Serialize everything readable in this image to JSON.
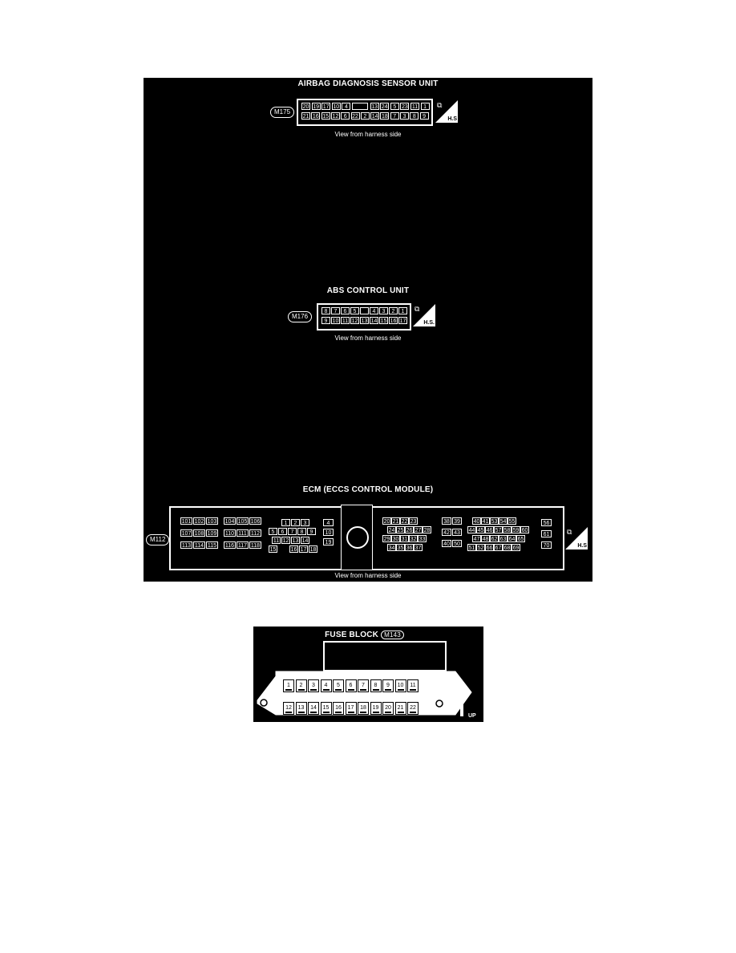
{
  "airbag": {
    "title": "AIRBAG DIAGNOSIS SENSOR UNIT",
    "connector": "M175",
    "row1": [
      "20",
      "19",
      "17",
      "10",
      "4",
      "",
      "13",
      "24",
      "5",
      "23",
      "11",
      "1"
    ],
    "row2": [
      "21",
      "16",
      "15",
      "12",
      "6",
      "22",
      "2",
      "14",
      "18",
      "7",
      "3",
      "8",
      "9"
    ],
    "caption": "View from harness side",
    "hs": "H.S"
  },
  "abs": {
    "title": "ABS CONTROL UNIT",
    "connector": "M176",
    "row1": [
      "8",
      "7",
      "6",
      "5",
      "",
      "4",
      "3",
      "2",
      "1"
    ],
    "row2": [
      "9",
      "10",
      "11",
      "12",
      "13",
      "14",
      "15",
      "16",
      "17"
    ],
    "caption": "View from harness side",
    "hs": "H.S."
  },
  "ecm": {
    "title": "ECM (ECCS CONTROL MODULE)",
    "connector": "M112",
    "block_a": [
      [
        "101",
        "102",
        "103"
      ],
      [
        "107",
        "108",
        "109"
      ],
      [
        "113",
        "114",
        "115"
      ]
    ],
    "block_b": [
      [
        "104",
        "105",
        "106"
      ],
      [
        "110",
        "111",
        "112"
      ],
      [
        "116",
        "117",
        "118"
      ]
    ],
    "block_c": [
      [
        "1",
        "2",
        "3"
      ],
      [
        "5",
        "6",
        "7",
        "8",
        "9"
      ],
      [
        "11",
        "12",
        "13",
        "14"
      ],
      [
        "15",
        "16",
        "17",
        "18"
      ]
    ],
    "block_d": [
      "4",
      "10",
      "19"
    ],
    "block_e": [
      [
        "20",
        "21",
        "22",
        "23"
      ],
      [
        "24",
        "25",
        "26",
        "27",
        "28"
      ],
      [
        "29",
        "30",
        "31",
        "32",
        "33"
      ],
      [
        "34",
        "35",
        "36",
        "37"
      ]
    ],
    "block_f": [
      [
        "38",
        "39"
      ],
      [
        "42",
        "43"
      ],
      [
        "40",
        "50"
      ]
    ],
    "block_g": [
      [
        "40",
        "41",
        "53",
        "54",
        "55"
      ],
      [
        "44",
        "45",
        "46",
        "57",
        "58",
        "59",
        "60"
      ],
      [
        "47",
        "48",
        "62",
        "63",
        "64",
        "65"
      ],
      [
        "51",
        "52",
        "66",
        "67",
        "68",
        "69"
      ]
    ],
    "block_h": [
      "56",
      "61",
      "70"
    ],
    "caption": "View from harness side",
    "hs": "H.S"
  },
  "fuse_block": {
    "title": "FUSE BLOCK",
    "connector": "M143",
    "row1": [
      "1",
      "2",
      "3",
      "4",
      "5",
      "6",
      "7",
      "8",
      "9",
      "10",
      "11"
    ],
    "row2": [
      "12",
      "13",
      "14",
      "15",
      "16",
      "17",
      "18",
      "19",
      "20",
      "21",
      "22"
    ],
    "up_label": "UP"
  }
}
